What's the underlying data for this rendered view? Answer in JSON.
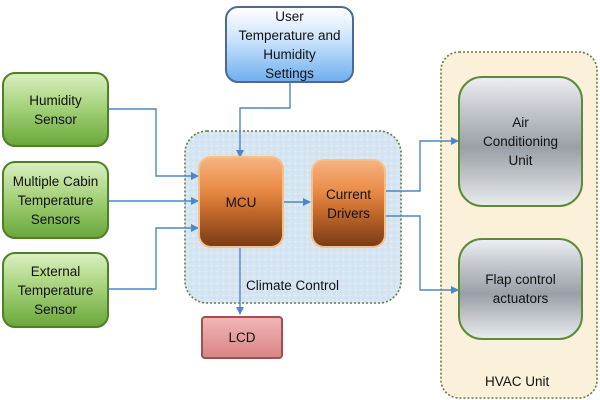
{
  "blocks": {
    "user_settings": "User Temperature and Humidity Settings",
    "humidity_sensor": "Humidity Sensor",
    "cabin_sensors": "Multiple Cabin Temperature Sensors",
    "external_sensor": "External Temperature Sensor",
    "mcu": "MCU",
    "current_drivers": "Current Drivers",
    "lcd": "LCD",
    "air_conditioning": "Air Conditioning Unit",
    "flap_actuators": "Flap control actuators"
  },
  "groups": {
    "climate_control": "Climate Control",
    "hvac_unit": "HVAC Unit"
  },
  "colors": {
    "arrow": "#4f86c6",
    "climate_fill": "#d8e6f3",
    "climate_border": "#5f7f3f",
    "hvac_fill": "#fbf0d9",
    "hvac_border": "#5f7f3f"
  },
  "connections": [
    {
      "from": "user_settings",
      "to": "mcu"
    },
    {
      "from": "humidity_sensor",
      "to": "mcu"
    },
    {
      "from": "cabin_sensors",
      "to": "mcu"
    },
    {
      "from": "external_sensor",
      "to": "mcu"
    },
    {
      "from": "mcu",
      "to": "current_drivers"
    },
    {
      "from": "mcu",
      "to": "lcd"
    },
    {
      "from": "current_drivers",
      "to": "air_conditioning"
    },
    {
      "from": "current_drivers",
      "to": "flap_actuators"
    }
  ]
}
